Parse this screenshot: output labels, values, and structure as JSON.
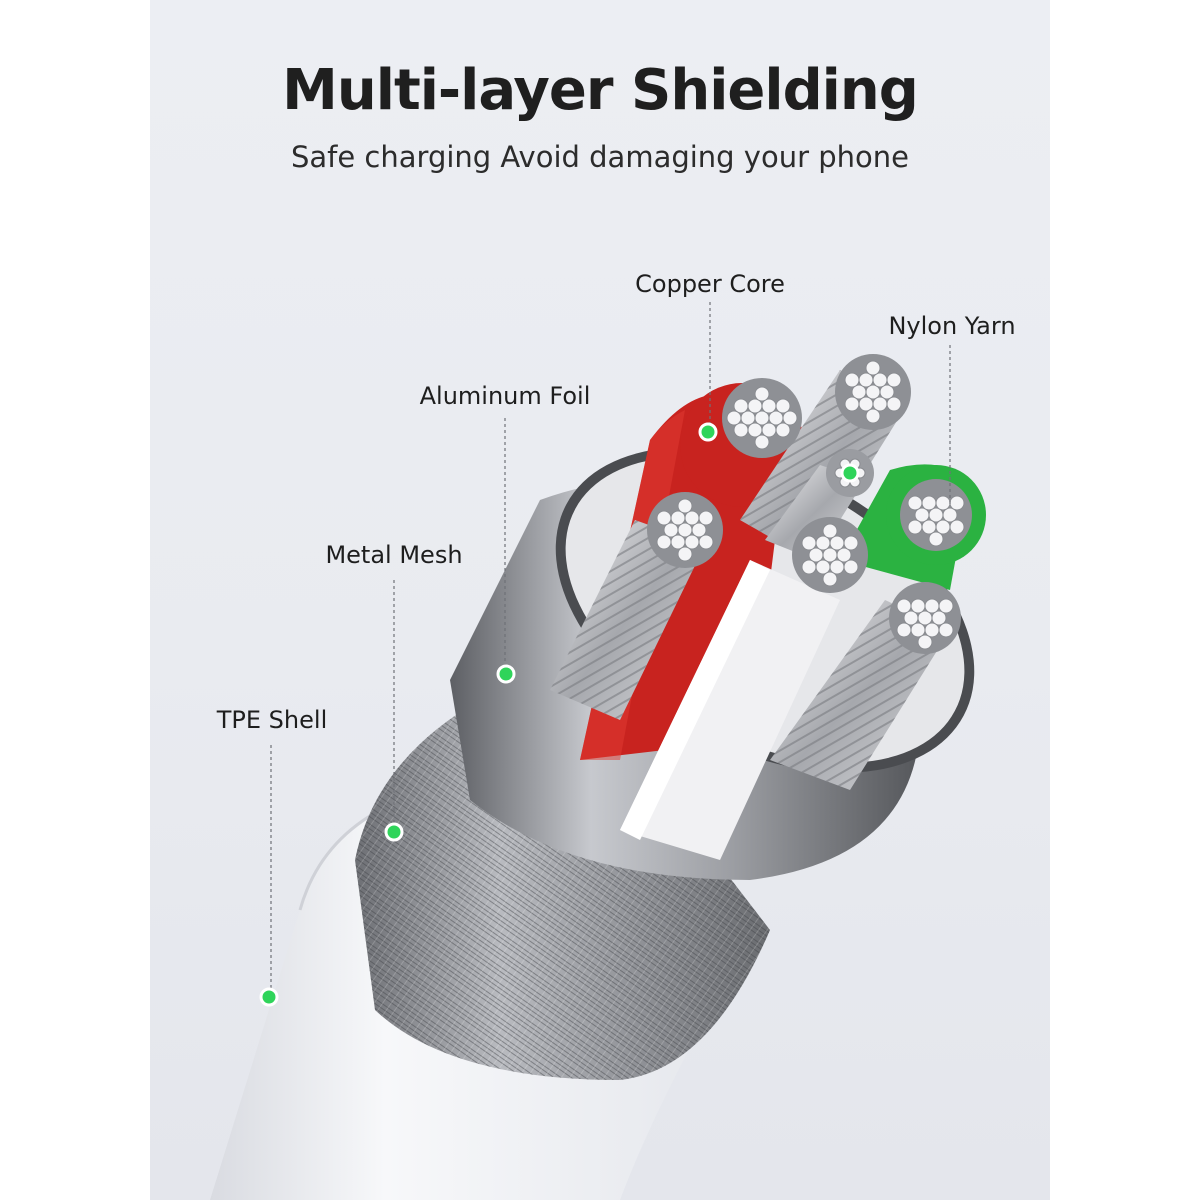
{
  "header": {
    "title": "Multi-layer Shielding",
    "subtitle": "Safe charging Avoid damaging your phone"
  },
  "callouts": {
    "copper_core": "Copper Core",
    "nylon_yarn": "Nylon Yarn",
    "aluminum_foil": "Aluminum Foil",
    "metal_mesh": "Metal Mesh",
    "tpe_shell": "TPE Shell"
  },
  "colors": {
    "marker": "#2fd45a",
    "red_wire": "#c8231f",
    "green_wire": "#2bb241",
    "white_wire": "#f1f1f3",
    "foil": "#9ea0a6",
    "shell": "#ffffff"
  }
}
